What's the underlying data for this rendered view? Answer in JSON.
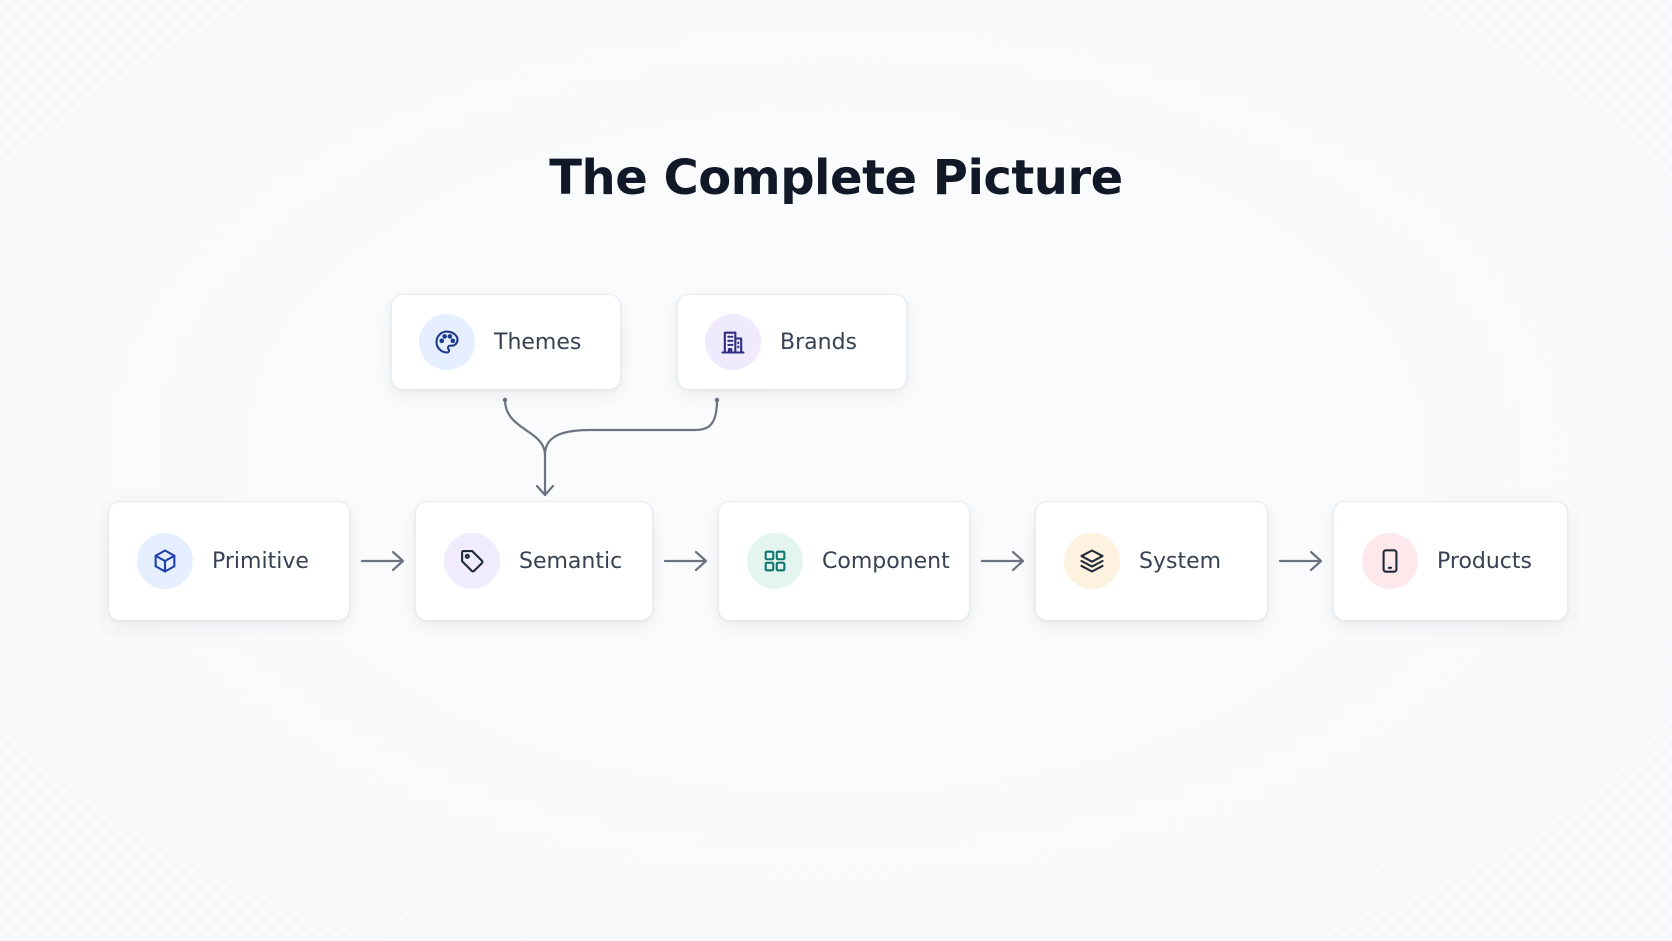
{
  "title": "The Complete Picture",
  "inputs": [
    {
      "label": "Themes",
      "icon": "palette-icon",
      "icon_bg": "#e6efff",
      "icon_color": "#1e3a8a"
    },
    {
      "label": "Brands",
      "icon": "building-icon",
      "icon_bg": "#efeafe",
      "icon_color": "#312e81"
    }
  ],
  "pipeline": [
    {
      "label": "Primitive",
      "icon": "cube-icon",
      "icon_bg": "#e6efff",
      "icon_color": "#1e40af"
    },
    {
      "label": "Semantic",
      "icon": "tag-icon",
      "icon_bg": "#f1ecfd",
      "icon_color": "#1f2937"
    },
    {
      "label": "Component",
      "icon": "grid-icon",
      "icon_bg": "#e3f5ee",
      "icon_color": "#0f766e"
    },
    {
      "label": "System",
      "icon": "layers-icon",
      "icon_bg": "#fdf1e0",
      "icon_color": "#1f2937"
    },
    {
      "label": "Products",
      "icon": "smartphone-icon",
      "icon_bg": "#fde8ec",
      "icon_color": "#1f2937"
    }
  ],
  "colors": {
    "title": "#111827",
    "label": "#374151",
    "connector": "#6b7280"
  }
}
